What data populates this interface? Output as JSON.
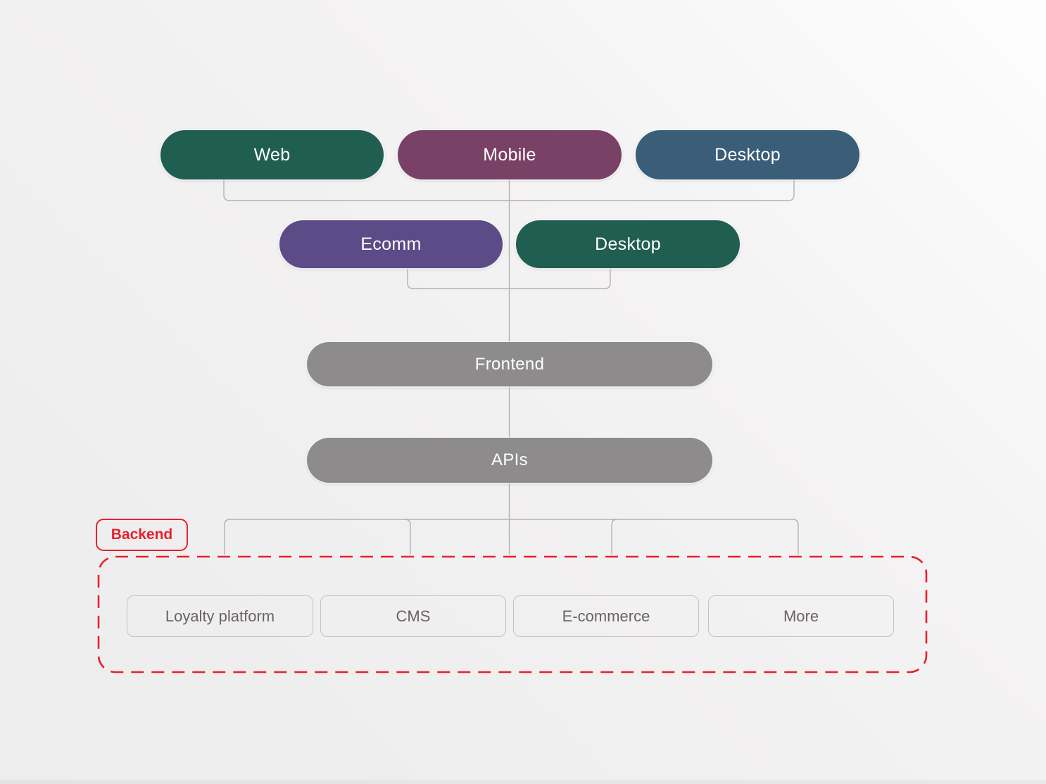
{
  "colors": {
    "connector": "#b3b1b1",
    "background_light": "#fdfdfd",
    "background_dark": "#ededed",
    "pill_outline": "#ffffff",
    "pill_text": "#ffffff",
    "backend_box_border": "#c6c2c2",
    "backend_box_text": "#6b6363"
  },
  "nodes": {
    "row1": [
      {
        "label": "Web",
        "color": "#215e52"
      },
      {
        "label": "Mobile",
        "color": "#7a4166"
      },
      {
        "label": "Desktop",
        "color": "#3a5d78"
      }
    ],
    "row2": [
      {
        "label": "Ecomm",
        "color": "#5c4b87"
      },
      {
        "label": "Desktop",
        "color": "#215e52"
      }
    ],
    "frontend": {
      "label": "Frontend",
      "color": "#8d8b8b"
    },
    "apis": {
      "label": "APIs",
      "color": "#8d8b8b"
    }
  },
  "backend": {
    "tag": "Backend",
    "accent": "#e8212f",
    "items": [
      {
        "label": "Loyalty platform"
      },
      {
        "label": "CMS"
      },
      {
        "label": "E-commerce"
      },
      {
        "label": "More"
      }
    ]
  }
}
